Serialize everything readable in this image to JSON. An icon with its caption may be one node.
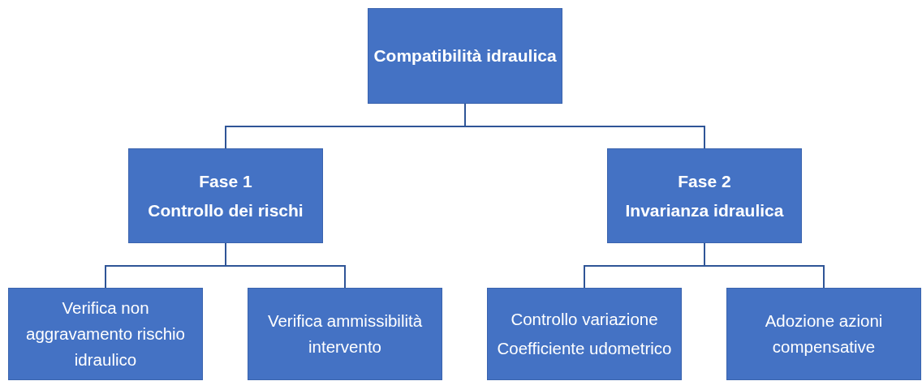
{
  "diagram": {
    "nodes": [
      {
        "text": [
          "Compatibilità idraulica"
        ]
      },
      {
        "text": [
          "Fase 1",
          "Controllo dei rischi"
        ]
      },
      {
        "text": [
          "Fase 2",
          "Invarianza idraulica"
        ]
      },
      {
        "text": [
          "Verifica non aggravamento rischio idraulico"
        ]
      },
      {
        "text": [
          "Verifica ammissibilità intervento"
        ]
      },
      {
        "text": [
          "Controllo variazione",
          "Coefficiente udometrico"
        ]
      },
      {
        "text": [
          "Adozione azioni compensative"
        ]
      }
    ],
    "edges": [
      {
        "from": 0,
        "to": 1,
        "arrow": "none"
      },
      {
        "from": 0,
        "to": 2,
        "arrow": "none"
      },
      {
        "from": 1,
        "to": 3,
        "arrow": "none"
      },
      {
        "from": 1,
        "to": 4,
        "arrow": "none"
      },
      {
        "from": 2,
        "to": 5,
        "arrow": "none"
      },
      {
        "from": 2,
        "to": 6,
        "arrow": "none"
      }
    ]
  }
}
